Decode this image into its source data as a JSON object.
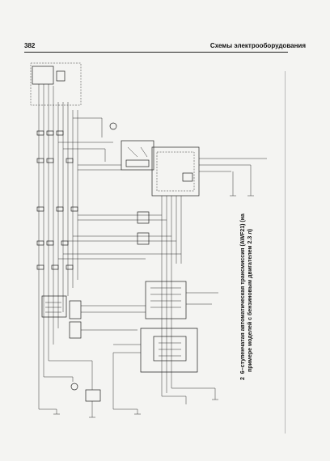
{
  "header": {
    "page_number": "382",
    "title": "Схемы электрооборудования"
  },
  "caption": {
    "number": "2",
    "line1": "6–ступенчатая автоматическая трансмиссия (AWF21) (на",
    "line2": "примере моделей с бензиновым двигателем 2.3 л)"
  },
  "colors": {
    "background": "#f4f4f2",
    "wire": "#333333",
    "text": "#111111"
  }
}
